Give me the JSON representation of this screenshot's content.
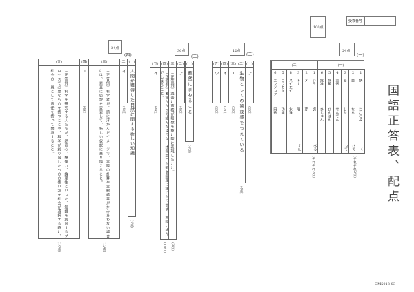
{
  "title": "国語正答表、配点",
  "total_box": "100点",
  "exam_number_label": "受検番号",
  "footer_code": "OM5013-03",
  "s1": {
    "label": "(一)",
    "points": "24点",
    "group1": "(一)",
    "group2": "(二)",
    "g1": [
      {
        "n": "1",
        "q": "快",
        "a": "こころよ",
        "o": "く"
      },
      {
        "n": "2",
        "q": "並",
        "a": "なら",
        "o": "べて"
      },
      {
        "n": "3",
        "q": "暴",
        "a": "した",
        "o": "って"
      },
      {
        "n": "4",
        "q": "宣伝",
        "a": "せんでん",
        "o": ""
      },
      {
        "n": "5",
        "q": "頻繁",
        "a": "ひんぱん",
        "o": ""
      },
      {
        "n": "6",
        "q": "批准",
        "a": "ひじゅん",
        "o": ""
      }
    ],
    "g2": [
      {
        "n": "1",
        "q": "シラ",
        "a": "調",
        "o": "べる"
      },
      {
        "n": "2",
        "q": "メ",
        "a": "芽",
        "o": ""
      },
      {
        "n": "3",
        "q": "トナ",
        "a": "唱",
        "o": "えた"
      },
      {
        "n": "4",
        "q": "スイエイ",
        "a": "水泳",
        "o": ""
      },
      {
        "n": "5",
        "q": "コウセキ",
        "a": "功績",
        "o": ""
      },
      {
        "n": "6",
        "q": "エンジュク",
        "a": "円熟",
        "o": ""
      }
    ],
    "pts1": "(それぞれ2点)",
    "pts2": "(それぞれ2点)"
  },
  "s2": {
    "label": "(二)",
    "points": "12点",
    "cols": [
      {
        "h": "(一)",
        "a": "ア",
        "p": "(2点)"
      },
      {
        "h": "(二)",
        "a": "生物としての警戒感を与えている",
        "p": "(4点)"
      },
      {
        "h": "(三)",
        "a": "エ",
        "p": "(2点)"
      },
      {
        "h": "(四)",
        "a": "イ",
        "p": "(2点)"
      },
      {
        "h": "(五)",
        "a": "ウ",
        "p": "(2点)"
      }
    ]
  },
  "s3": {
    "label": "(三)",
    "points": "36点",
    "cols": [
      {
        "h": "(一)",
        "a": "整然にまねること",
        "p": "(4点)"
      },
      {
        "h": "(二)",
        "a": "ア",
        "p": "(4点)"
      },
      {
        "h": "(三)",
        "a": "〔正答例〕過去に蓄積が和歌を技に際に表現したこと。",
        "p": "(8点)"
      },
      {
        "h": "(四)",
        "a": "〔正答例〕蓄積がかつて詠んだような、才気走った歌を無理に詠じたりせず、実際に詠んでしまうこと。",
        "p": "(10点)"
      },
      {
        "h": "(五)",
        "a": "イ",
        "p": "(4点)"
      }
    ]
  },
  "s4": {
    "label": "(四)",
    "points": "34点",
    "cols": [
      {
        "h": "(一)",
        "a": "人間が獲得した自然に関する新しい知識",
        "p": "(4点)"
      },
      {
        "h": "(二)",
        "a": "イ",
        "p": "(4点)"
      },
      {
        "h": "(三)",
        "a": "〔正答例〕科学者が、頭に浮かんだイメージで、実際の計算や実験結果がかみあわない場合には、素直に仮説を変更して、新しい仮説に乗り換えること。",
        "p": "(12点)"
      },
      {
        "h": "(四)",
        "a": "エ",
        "p": "(4点)"
      },
      {
        "h": "(五)",
        "a": "〔正答例〕科学を研究する人たちが、好奇心、想像力、論理性といった、知識を創出するプロセスで必要なものを持つことや、科学が創り出したものの使い方を社会が選択する時に、社会の一員として責任を持って関与すること。",
        "p": "(10点)"
      }
    ]
  }
}
